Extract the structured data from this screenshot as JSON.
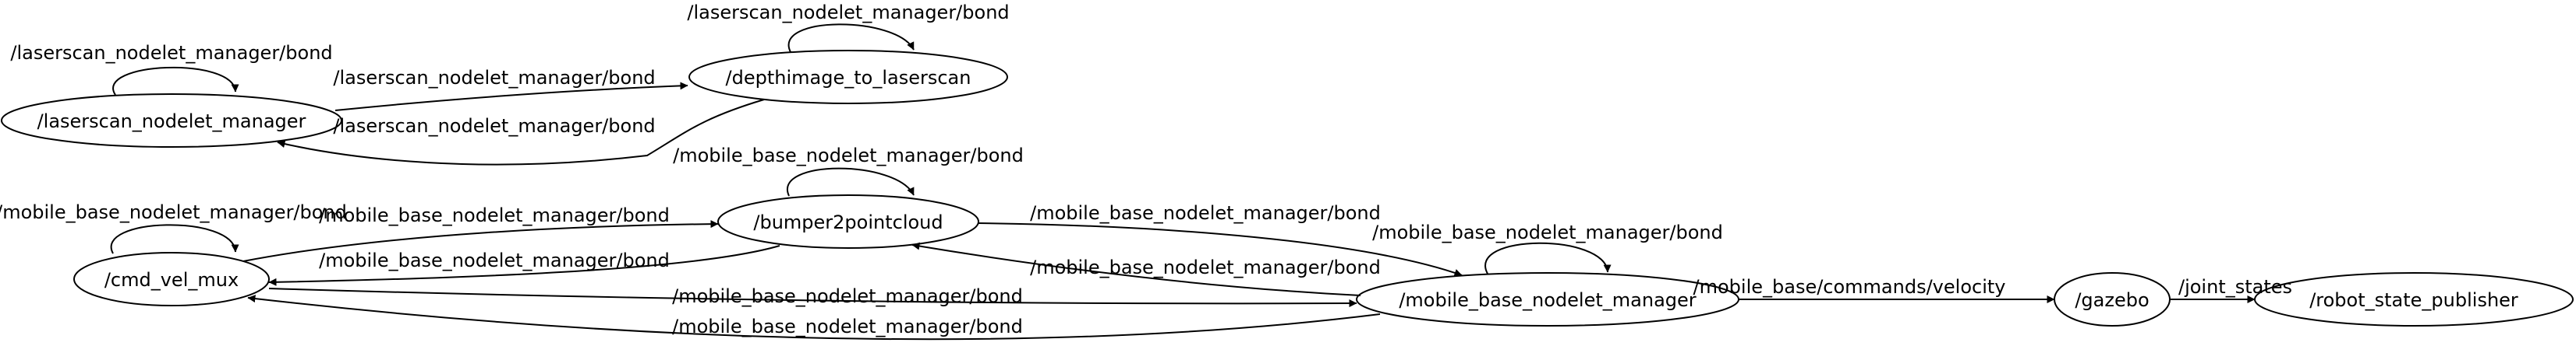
{
  "graph": {
    "nodes": {
      "laserscan_nodelet_manager": "/laserscan_nodelet_manager",
      "depthimage_to_laserscan": "/depthimage_to_laserscan",
      "bumper2pointcloud": "/bumper2pointcloud",
      "cmd_vel_mux": "/cmd_vel_mux",
      "mobile_base_nodelet_manager": "/mobile_base_nodelet_manager",
      "gazebo": "/gazebo",
      "robot_state_publisher": "/robot_state_publisher"
    },
    "edges": [
      {
        "from": "/laserscan_nodelet_manager",
        "to": "/laserscan_nodelet_manager",
        "topic": "/laserscan_nodelet_manager/bond"
      },
      {
        "from": "/laserscan_nodelet_manager",
        "to": "/depthimage_to_laserscan",
        "topic": "/laserscan_nodelet_manager/bond"
      },
      {
        "from": "/depthimage_to_laserscan",
        "to": "/laserscan_nodelet_manager",
        "topic": "/laserscan_nodelet_manager/bond"
      },
      {
        "from": "/depthimage_to_laserscan",
        "to": "/depthimage_to_laserscan",
        "topic": "/laserscan_nodelet_manager/bond"
      },
      {
        "from": "/bumper2pointcloud",
        "to": "/bumper2pointcloud",
        "topic": "/mobile_base_nodelet_manager/bond"
      },
      {
        "from": "/cmd_vel_mux",
        "to": "/cmd_vel_mux",
        "topic": "/mobile_base_nodelet_manager/bond"
      },
      {
        "from": "/cmd_vel_mux",
        "to": "/bumper2pointcloud",
        "topic": "/mobile_base_nodelet_manager/bond"
      },
      {
        "from": "/bumper2pointcloud",
        "to": "/cmd_vel_mux",
        "topic": "/mobile_base_nodelet_manager/bond"
      },
      {
        "from": "/bumper2pointcloud",
        "to": "/mobile_base_nodelet_manager",
        "topic": "/mobile_base_nodelet_manager/bond"
      },
      {
        "from": "/mobile_base_nodelet_manager",
        "to": "/mobile_base_nodelet_manager",
        "topic": "/mobile_base_nodelet_manager/bond"
      },
      {
        "from": "/mobile_base_nodelet_manager",
        "to": "/bumper2pointcloud",
        "topic": "/mobile_base_nodelet_manager/bond"
      },
      {
        "from": "/cmd_vel_mux",
        "to": "/mobile_base_nodelet_manager",
        "topic": "/mobile_base_nodelet_manager/bond"
      },
      {
        "from": "/mobile_base_nodelet_manager",
        "to": "/cmd_vel_mux",
        "topic": "/mobile_base_nodelet_manager/bond"
      },
      {
        "from": "/mobile_base_nodelet_manager",
        "to": "/gazebo",
        "topic": "/mobile_base/commands/velocity"
      },
      {
        "from": "/gazebo",
        "to": "/robot_state_publisher",
        "topic": "/joint_states"
      }
    ]
  }
}
